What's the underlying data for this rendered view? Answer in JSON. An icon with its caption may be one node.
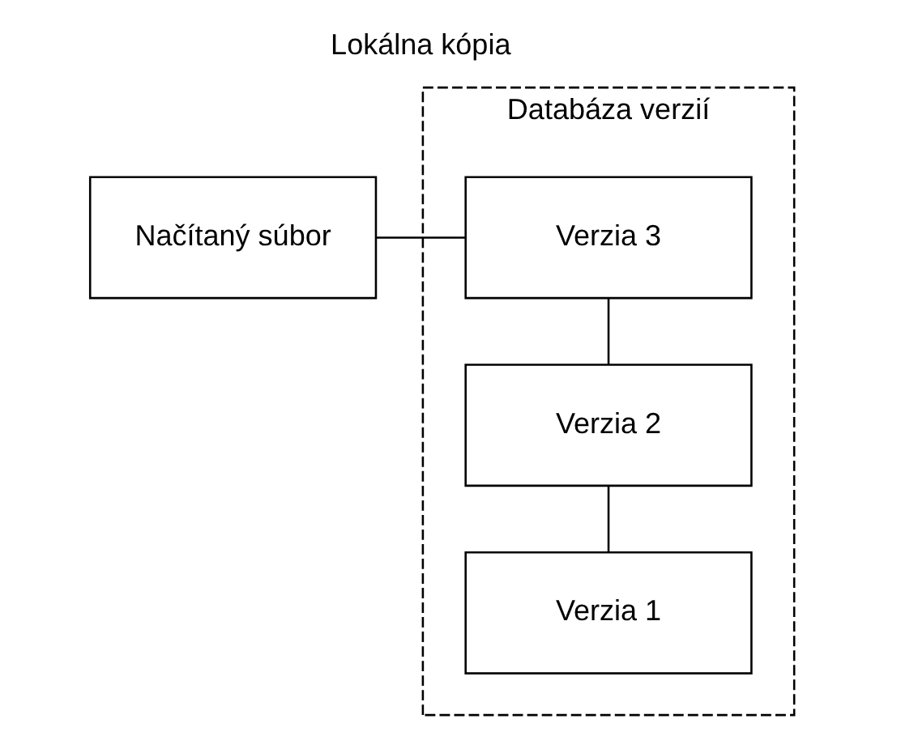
{
  "diagram": {
    "nodes": [
      {
        "text": [
          "Načítaný súbor"
        ]
      },
      {
        "text": [
          "Databáza verzií"
        ]
      },
      {
        "text": [
          "Verzia 3"
        ],
        "in": 1
      },
      {
        "text": [
          "Verzia 2"
        ],
        "in": 1
      },
      {
        "text": [
          "Verzia 1"
        ],
        "in": 1
      }
    ],
    "edges": [
      {
        "from": 0,
        "to": 2,
        "arrow": "none"
      },
      {
        "from": 2,
        "to": 3,
        "arrow": "none"
      },
      {
        "from": 3,
        "to": 4,
        "arrow": "none"
      }
    ],
    "labels": [
      "Lokálna kópia"
    ]
  }
}
